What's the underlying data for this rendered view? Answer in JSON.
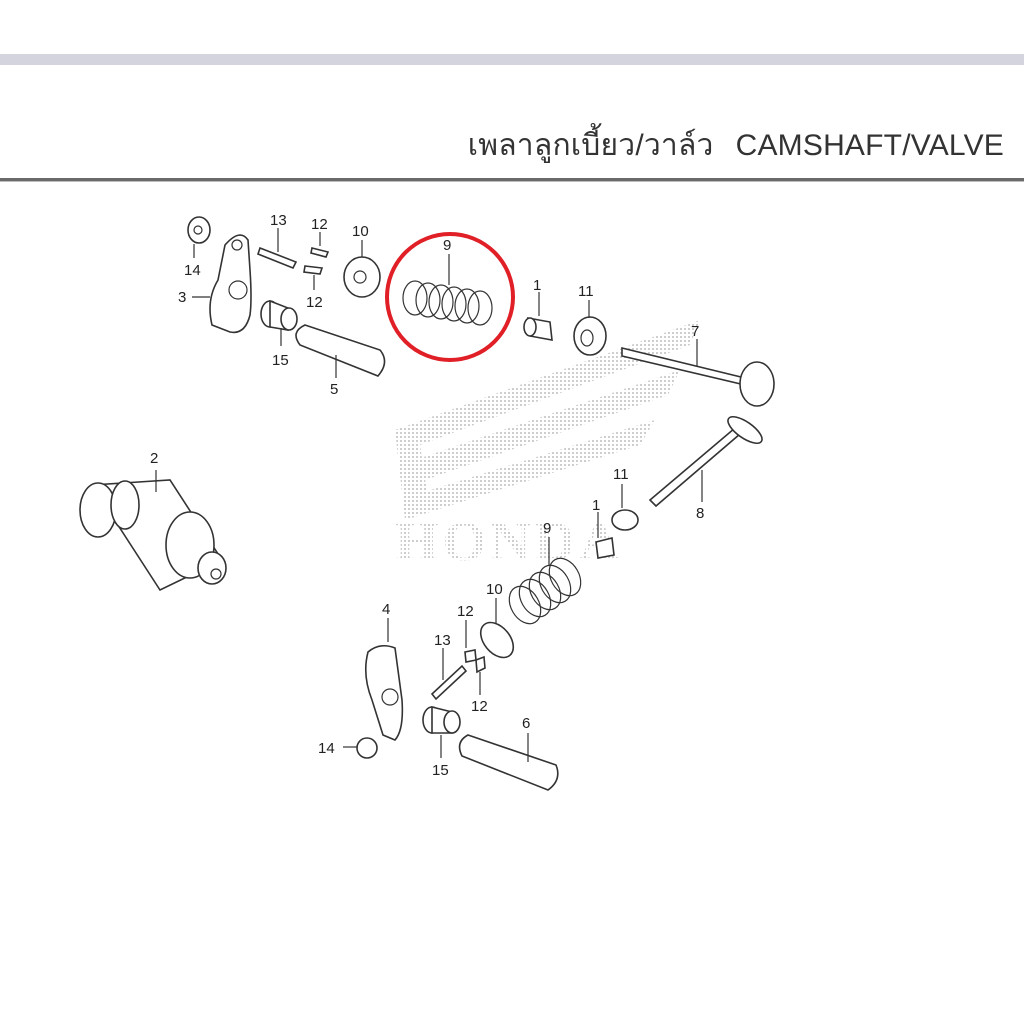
{
  "title": {
    "thai": "เพลาลูกเบี้ยว/วาล์ว",
    "english": "CAMSHAFT/VALVE"
  },
  "watermark": "HONDA",
  "highlight": {
    "part_number": "9",
    "color": "#e01f26"
  },
  "parts": [
    {
      "id": "14a",
      "label": "14"
    },
    {
      "id": "13a",
      "label": "13"
    },
    {
      "id": "12a",
      "label": "12"
    },
    {
      "id": "12b",
      "label": "12"
    },
    {
      "id": "10a",
      "label": "10"
    },
    {
      "id": "9a",
      "label": "9"
    },
    {
      "id": "1a",
      "label": "1"
    },
    {
      "id": "11a",
      "label": "11"
    },
    {
      "id": "3",
      "label": "3"
    },
    {
      "id": "15a",
      "label": "15"
    },
    {
      "id": "5",
      "label": "5"
    },
    {
      "id": "7",
      "label": "7"
    },
    {
      "id": "2",
      "label": "2"
    },
    {
      "id": "11b",
      "label": "11"
    },
    {
      "id": "1b",
      "label": "1"
    },
    {
      "id": "8",
      "label": "8"
    },
    {
      "id": "9b",
      "label": "9"
    },
    {
      "id": "10b",
      "label": "10"
    },
    {
      "id": "4",
      "label": "4"
    },
    {
      "id": "12c",
      "label": "12"
    },
    {
      "id": "13b",
      "label": "13"
    },
    {
      "id": "12d",
      "label": "12"
    },
    {
      "id": "6",
      "label": "6"
    },
    {
      "id": "14b",
      "label": "14"
    },
    {
      "id": "15b",
      "label": "15"
    }
  ]
}
